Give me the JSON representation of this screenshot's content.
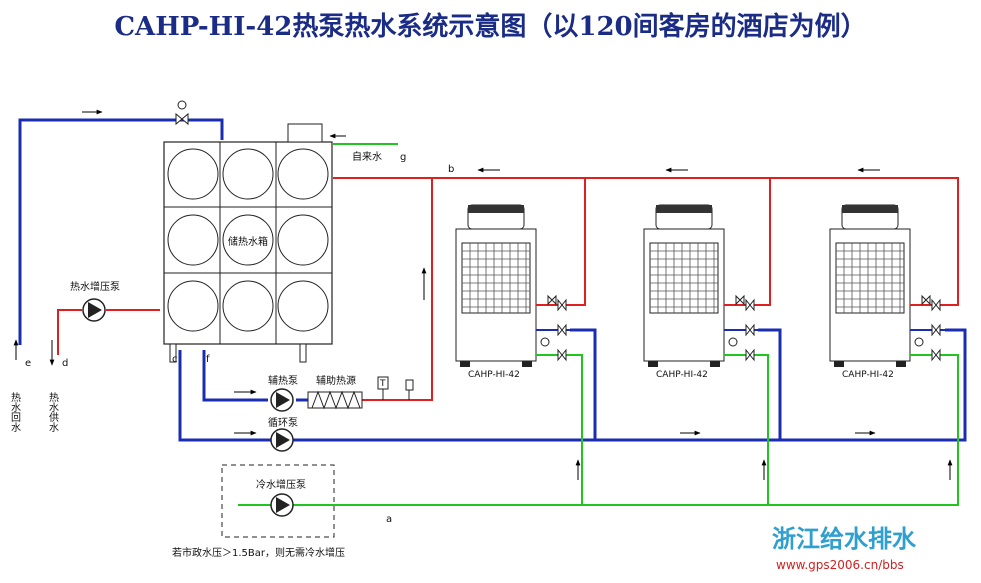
{
  "title": "CAHP-HI-42热泵热水系统示意图（以120间客房的酒店为例）",
  "colors": {
    "hot_pipe": "#e02020",
    "cold_pipe": "#1a2cb0",
    "tap_pipe": "#22c422",
    "brand": "#2f9fd0",
    "title": "#1a2c86"
  },
  "labels": {
    "tap_water": "自来水",
    "g": "g",
    "b": "b",
    "a": "a",
    "tank": "储热水箱",
    "hot_boost_pump": "热水增压泵",
    "aux_pump": "辅热泵",
    "aux_heat": "辅助热源",
    "circ_pump": "循环泵",
    "cold_boost_pump": "冷水增压泵",
    "c": "c",
    "f": "f",
    "e": "e",
    "d": "d",
    "t_sensor": "T",
    "pressure_note": "若市政水压＞1.5Bar，则无需冷水增压",
    "hot_return": "热水回水",
    "hot_supply": "热水供水"
  },
  "units": [
    {
      "model": "CAHP-HI-42"
    },
    {
      "model": "CAHP-HI-42"
    },
    {
      "model": "CAHP-HI-42"
    }
  ],
  "brand": {
    "name": "浙江给水排水",
    "url": "www.gps2006.cn/bbs"
  }
}
